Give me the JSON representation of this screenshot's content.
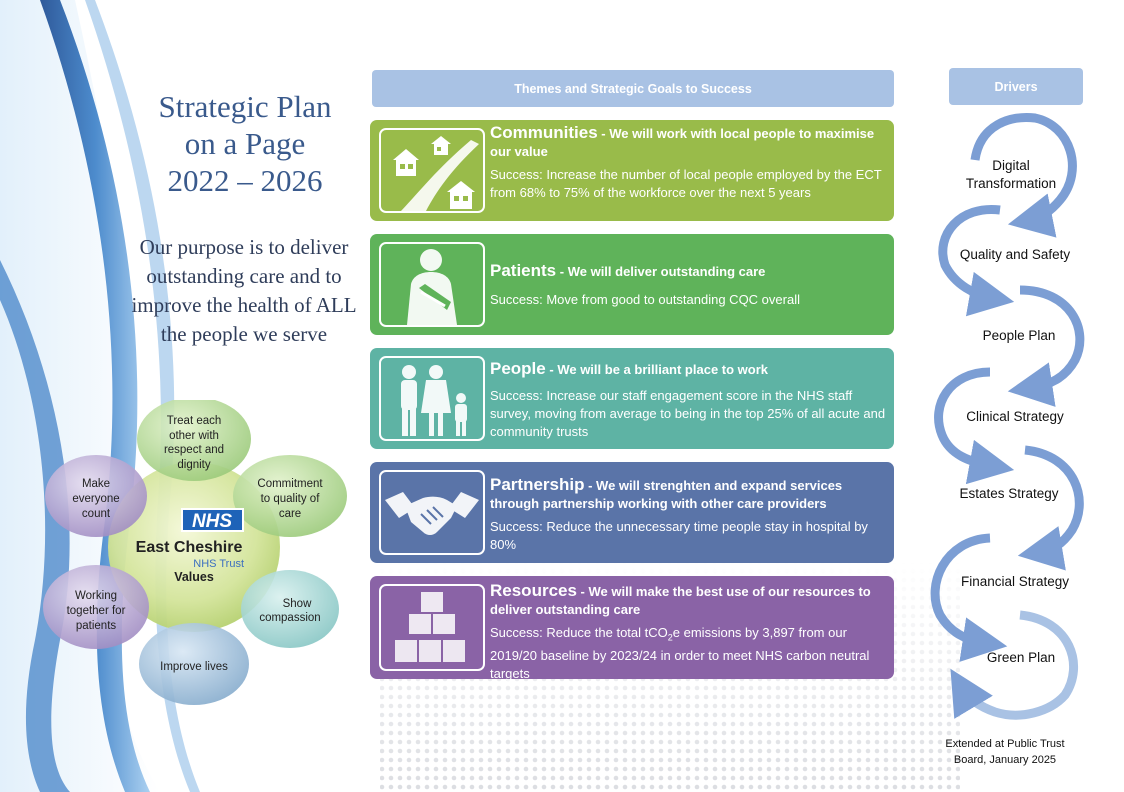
{
  "title": {
    "line1": "Strategic Plan",
    "line2": "on a Page",
    "line3": "2022 – 2026"
  },
  "purpose": "Our purpose is to deliver outstanding care and to improve the health of ALL the people we serve",
  "values": {
    "logo_letters": "NHS",
    "org_name": "East Cheshire",
    "org_type": "NHS Trust",
    "label": "Values",
    "items": [
      "Treat each other with respect and dignity",
      "Commitment to quality of care",
      "Show compassion",
      "Improve lives",
      "Working together for patients",
      "Make everyone count"
    ]
  },
  "themes_header": "Themes and Strategic Goals to Success",
  "drivers_header": "Drivers",
  "themes": [
    {
      "name": "Communities",
      "goal": "We will work with local people to maximise our value",
      "success": "Success: Increase the number of local people employed by the ECT from 68% to 75% of the workforce over the next 5 years",
      "color": "#99bb4a",
      "icon": "houses-icon"
    },
    {
      "name": "Patients",
      "goal": "We will deliver outstanding care",
      "success": "Success: Move from good to outstanding CQC overall",
      "color": "#5fb35a",
      "icon": "patient-sling-icon"
    },
    {
      "name": "People",
      "goal": "We will be a brilliant place to work",
      "success": "Success: Increase our staff engagement score in the NHS staff survey, moving from average to being in the top 25% of all acute and community trusts",
      "color": "#5eb3a4",
      "icon": "family-icon"
    },
    {
      "name": "Partnership",
      "goal": "We will strenghten and expand services through partnership working with other care providers",
      "success": "Success: Reduce the unnecessary time people stay in hospital by 80%",
      "color": "#5a74a8",
      "icon": "handshake-icon"
    },
    {
      "name": "Resources",
      "goal": "We will make the best use of our resources to deliver outstanding care",
      "success_pre": "Success: Reduce the total tCO",
      "success_sub": "2",
      "success_post": "e emissions by 3,897 from our 2019/20 baseline by 2023/24 in order to meet NHS carbon neutral targets",
      "color": "#8a63a6",
      "icon": "boxes-icon"
    }
  ],
  "drivers": [
    {
      "line1": "Digital",
      "line2": "Transformation"
    },
    {
      "line1": "Quality and Safety"
    },
    {
      "line1": "People Plan"
    },
    {
      "line1": "Clinical Strategy"
    },
    {
      "line1": "Estates Strategy"
    },
    {
      "line1": "Financial Strategy"
    },
    {
      "line1": "Green Plan"
    }
  ],
  "footer": {
    "line1": "Extended at Public Trust",
    "line2": "Board, January 2025"
  },
  "colors": {
    "title": "#3a5a8c",
    "header": "#a9c2e4",
    "arrow": "#7c9ed4"
  }
}
